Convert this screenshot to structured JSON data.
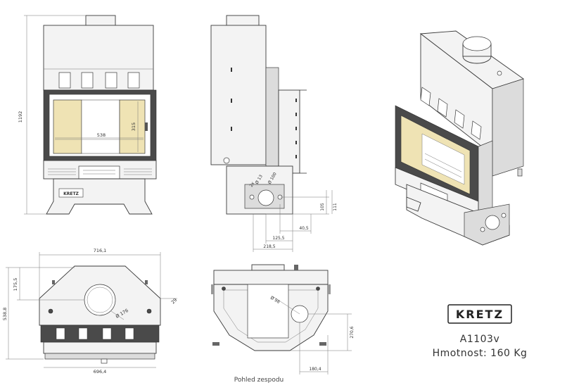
{
  "brand": {
    "logo_text": "KRETZ"
  },
  "product": {
    "model": "A1103v",
    "weight": "Hmotnost: 160 Kg"
  },
  "captions": {
    "bottom_view": "Pohled zespodu"
  },
  "dimensions": {
    "front_height": "1192",
    "glass_width": "538",
    "glass_height": "315",
    "side_diam_small": "Ø 13",
    "side_diam_small_count": "2x",
    "side_diam_large": "Ø 100",
    "side_h1": "105",
    "side_h2": "111",
    "side_w1": "40,5",
    "side_w2": "125,5",
    "side_w3": "218,5",
    "top_width": "716,1",
    "top_depth": "538,8",
    "top_offset": "175,5",
    "top_chamfer": "29",
    "top_flue": "Ø 176",
    "top_front_width": "696,4",
    "bottom_diam": "Ø 98",
    "bottom_h": "270,6",
    "bottom_w": "180,4"
  },
  "colors": {
    "glass": "#efe3b4",
    "frame": "#4a4a4a",
    "body": "#f3f3f3"
  }
}
